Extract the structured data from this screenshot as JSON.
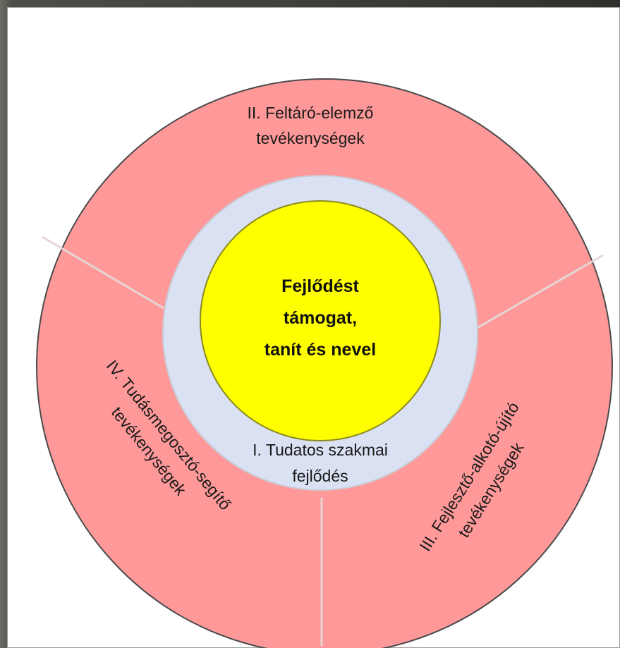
{
  "diagram": {
    "center": {
      "lines": [
        "Fejlődést",
        "támogat,",
        "tanít és nevel"
      ],
      "color": "#ffff00"
    },
    "inner_ring": {
      "lines": [
        "I. Tudatos szakmai",
        "fejlődés"
      ],
      "color": "#d9e1f2"
    },
    "outer_ring_color": "#ff9999",
    "segments": {
      "top": {
        "lines": [
          "II. Feltáró-elemző",
          "tevékenységek"
        ]
      },
      "right": {
        "lines": [
          "III. Fejlesztő-alkotó-újító",
          "tevékenységek"
        ]
      },
      "left": {
        "lines": [
          "IV. Tudásmegosztó-segítő",
          "tevékenységek"
        ]
      }
    }
  }
}
